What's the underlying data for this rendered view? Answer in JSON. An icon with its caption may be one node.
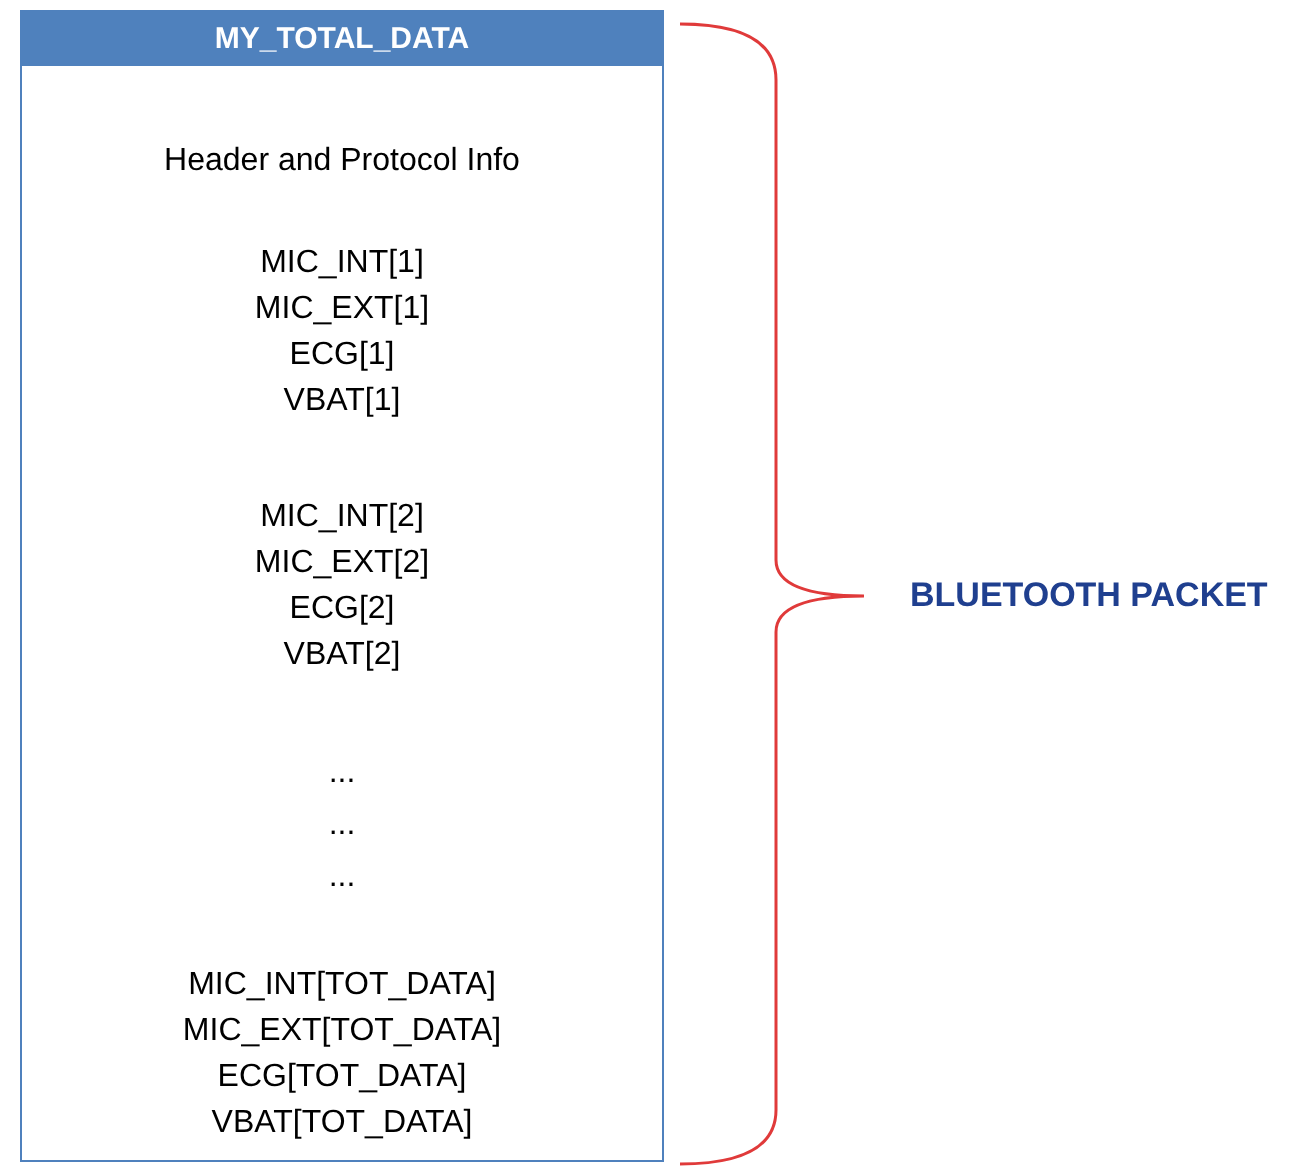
{
  "diagram": {
    "nodes": [
      {
        "text": [
          "MY_TOTAL_DATA",
          "Header and Protocol Info",
          "MIC_INT[1]",
          "MIC_EXT[1]",
          "ECG[1]",
          "VBAT[1]",
          "MIC_INT[2]",
          "MIC_EXT[2]",
          "ECG[2]",
          "VBAT[2]",
          "...",
          "...",
          "...",
          "MIC_INT[TOT_DATA]",
          "MIC_EXT[TOT_DATA]",
          "ECG[TOT_DATA]",
          "VBAT[TOT_DATA]"
        ]
      }
    ],
    "edges": [],
    "labels": [
      "BLUETOOTH PACKET"
    ]
  }
}
